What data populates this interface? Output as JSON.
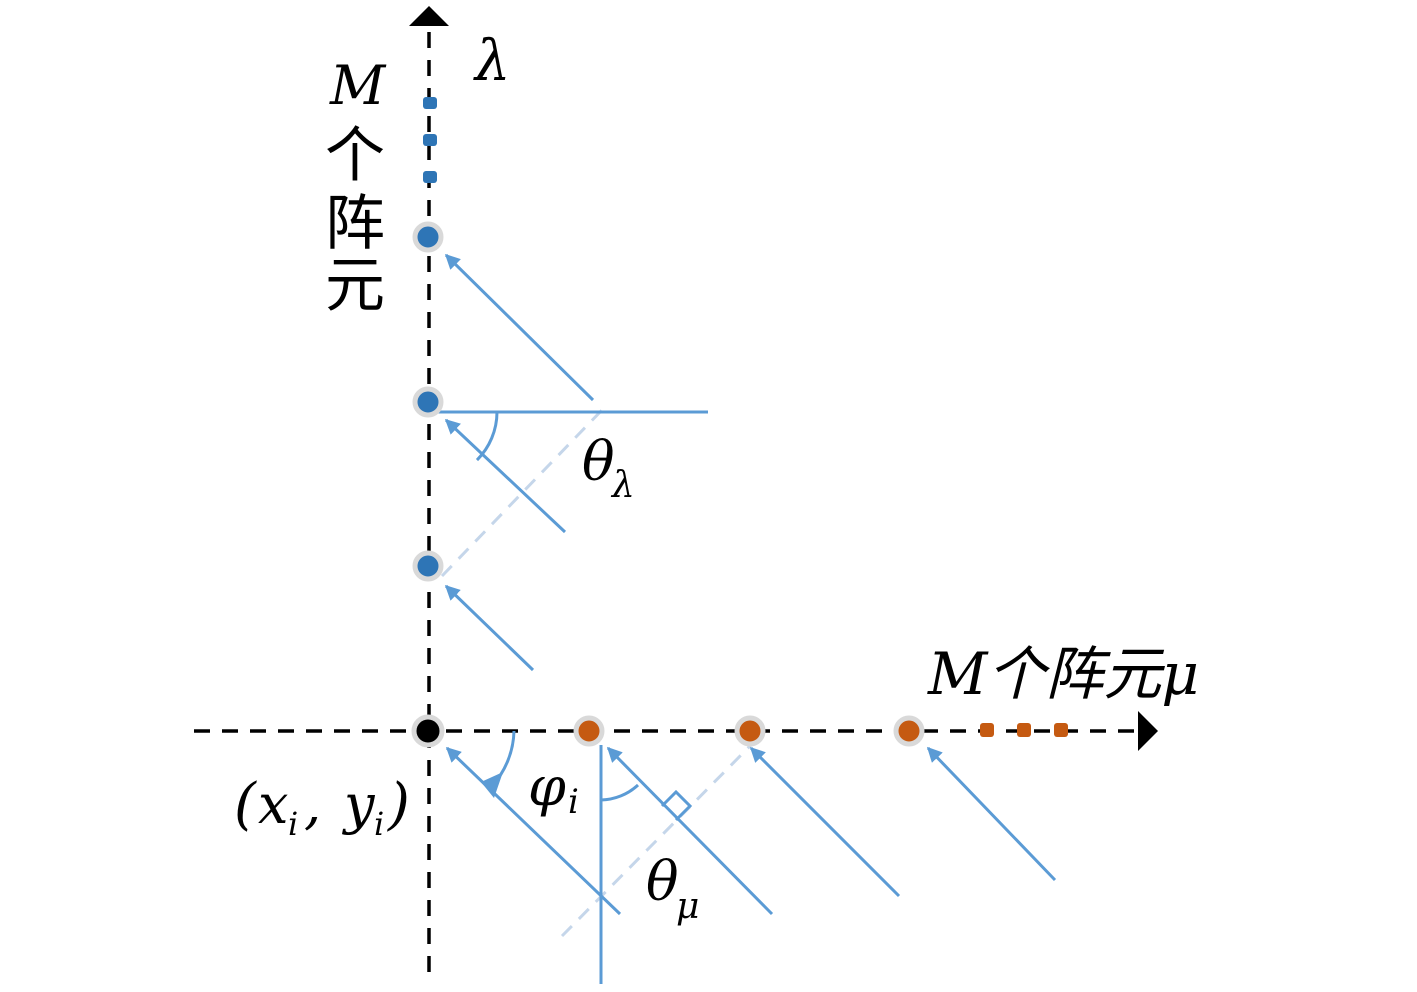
{
  "colors": {
    "axis": "#000000",
    "ray": "#5b9bd5",
    "ray_faint": "#c5d6ea",
    "element_vertical": "#2e75b6",
    "element_horizontal": "#c55a11",
    "origin": "#000000",
    "halo": "#d9d9d9"
  },
  "labels": {
    "vertical_axis": "λ",
    "vertical_count": "M",
    "vertical_c1": "个",
    "vertical_c2": "阵",
    "vertical_c3": "元",
    "horizontal_group": "M个阵元μ",
    "theta_lambda_main": "θ",
    "theta_lambda_sub": "λ",
    "theta_mu_main": "θ",
    "theta_mu_sub": "μ",
    "phi_main": "φ",
    "phi_sub": "i",
    "origin_open": "(",
    "origin_x": "x",
    "origin_x_sub": "i",
    "origin_sep": ",",
    "origin_y": "y",
    "origin_y_sub": "i",
    "origin_close": ")"
  },
  "icons": {
    "vertical_ellipsis": "vertical-ellipsis-dots",
    "horizontal_ellipsis": "horizontal-ellipsis-dots",
    "right_angle": "right-angle-marker"
  }
}
